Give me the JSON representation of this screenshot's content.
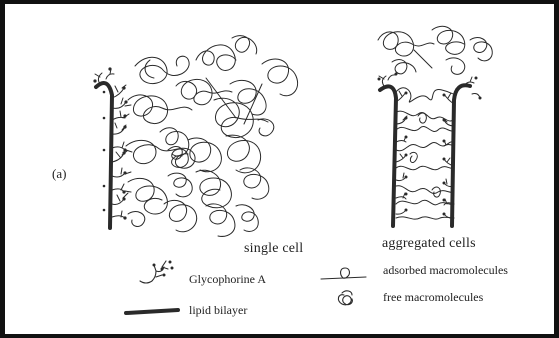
{
  "panel_label": "(a)",
  "captions": {
    "single": "single cell",
    "aggregated": "aggregated cells"
  },
  "legend": {
    "glycophorine": "Glycophorine A",
    "lipid": "lipid bilayer",
    "adsorbed": "adsorbed macromolecules",
    "free": "free macromolecules"
  },
  "colors": {
    "ink": "#2a2a2a",
    "border": "#111111",
    "background": "#ffffff"
  },
  "icons": [
    "glycophorine-symbol-icon",
    "lipid-bilayer-symbol-icon",
    "adsorbed-macromolecule-symbol-icon",
    "free-macromolecule-symbol-icon"
  ]
}
